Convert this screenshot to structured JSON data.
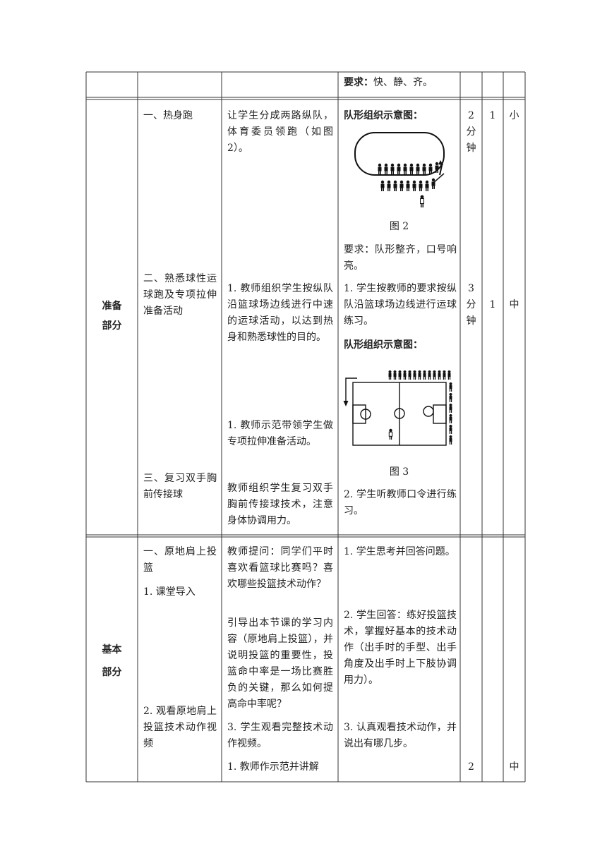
{
  "row0": {
    "requirement": "要求：快、静、齐。"
  },
  "prep": {
    "section": [
      "准备",
      "部分"
    ],
    "warmup": {
      "title": "一、热身跑",
      "teacher": "让学生分成两路纵队，体育委员领跑（如图2）。",
      "formation_label": "队形组织示意图：",
      "figure_caption": "图 2",
      "requirement": "要求：队形整齐，口号响亮。",
      "time": [
        "2",
        "分",
        "钟"
      ],
      "count": "1",
      "intensity": "小"
    },
    "dribble": {
      "title": "二、熟悉球性运球跑及专项拉伸准备活动",
      "teacher_1": "1. 教师组织学生按纵队沿篮球场边线进行中速的运球活动，以达到热身和熟悉球性的目的。",
      "student_1": "1. 学生按教师的要求按纵队沿篮球场边线进行运球练习。",
      "formation_label": "队形组织示意图：",
      "teacher_2": "1. 教师示范带领学生做专项拉伸准备活动。",
      "figure_caption": "图 3",
      "time": [
        "3",
        "分",
        "钟"
      ],
      "count": "1",
      "intensity": "中"
    },
    "pass": {
      "title": "三、复习双手胸前传接球",
      "teacher": "教师组织学生复习双手胸前传接球技术，注意身体协调用力。",
      "student": "2. 学生听教师口令进行练习。"
    }
  },
  "basic": {
    "section": [
      "基本",
      "部分"
    ],
    "topic": "一、原地肩上投篮",
    "step_1": "1. 课堂导入",
    "step_2": "2. 观看原地肩上投篮技术动作视频",
    "teacher_q": "教师提问：同学们平时喜欢看篮球比赛吗？喜欢哪些投篮技术动作？",
    "teacher_guide": "引导出本节课的学习内容（原地肩上投篮），并说明投篮的重要性，投篮命中率是一场比赛胜负的关键，那么如何提高命中率呢？",
    "teacher_video": "3. 学生观看完整技术动作视频。",
    "teacher_demo": "1. 教师作示范并讲解",
    "student_1": "1. 学生思考并回答问题。",
    "student_2": "2. 学生回答：练好投篮技术，掌握好基本的技术动作（出手时的手型、出手角度及出手时上下肢协调用力）。",
    "student_3": "3. 认真观看技术动作，并说出有哪几步。",
    "time": "2",
    "intensity": "中"
  }
}
